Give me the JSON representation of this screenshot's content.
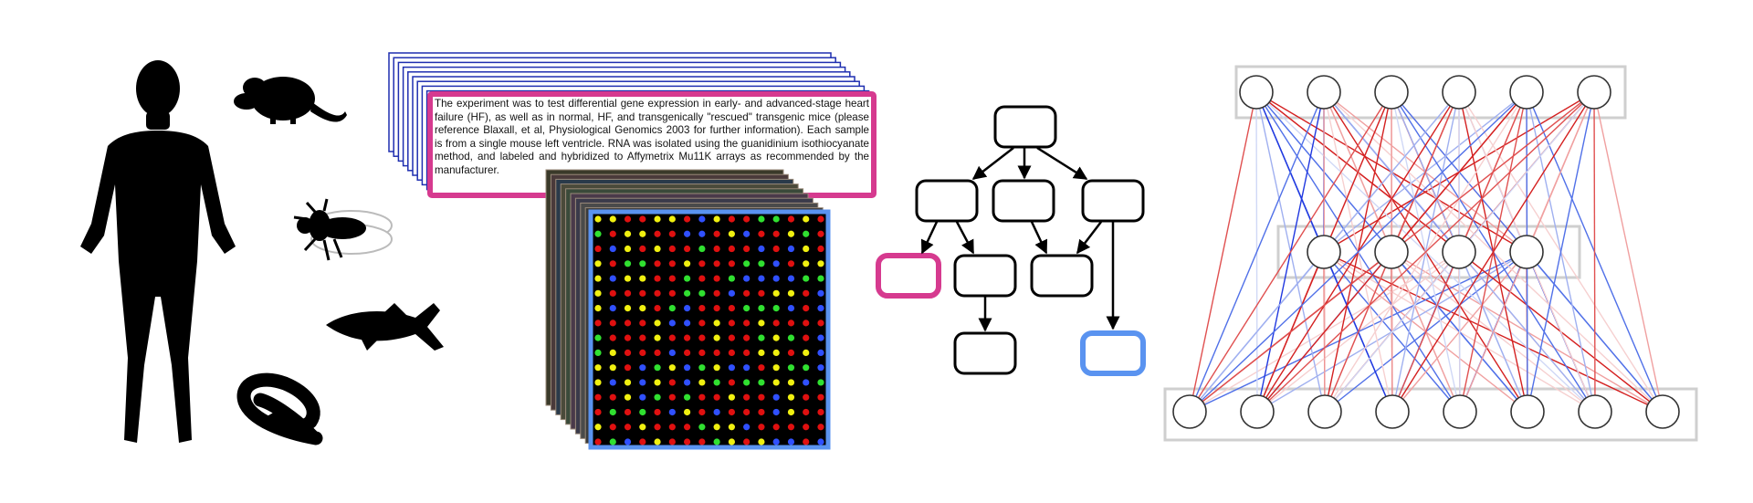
{
  "organisms": [
    {
      "name": "human",
      "icon": "human-silhouette-icon"
    },
    {
      "name": "mouse",
      "icon": "mouse-silhouette-icon"
    },
    {
      "name": "fly",
      "icon": "fly-silhouette-icon"
    },
    {
      "name": "fish",
      "icon": "fish-silhouette-icon"
    },
    {
      "name": "worm",
      "icon": "worm-silhouette-icon"
    }
  ],
  "experiment_description": "The experiment was to test differential gene expression in early- and advanced-stage heart failure (HF), as well as in normal, HF, and transgenically \"rescued\" transgenic mice (please reference Blaxall, et al, Physiological Genomics 2003 for further information). Each sample is from a single mouse left ventricle. RNA was isolated using the guanidinium isothiocyanate method, and labeled and hybridized to Affymetrix Mu11K arrays as recommended by the manufacturer.",
  "colors": {
    "highlight_magenta": "#d63a8f",
    "highlight_blue": "#5a93f0",
    "stack_blue": "#1f2fb0",
    "edge_red": "#d42020",
    "edge_blue": "#2038e0",
    "panel_border": "#cfcfcf",
    "microarray_dot_colors": [
      "#e01010",
      "#f0f010",
      "#30e030",
      "#3050ff"
    ]
  },
  "microarray": {
    "rows": 16,
    "cols": 16
  },
  "neural_network": {
    "layer_sizes": [
      6,
      4,
      8
    ]
  }
}
